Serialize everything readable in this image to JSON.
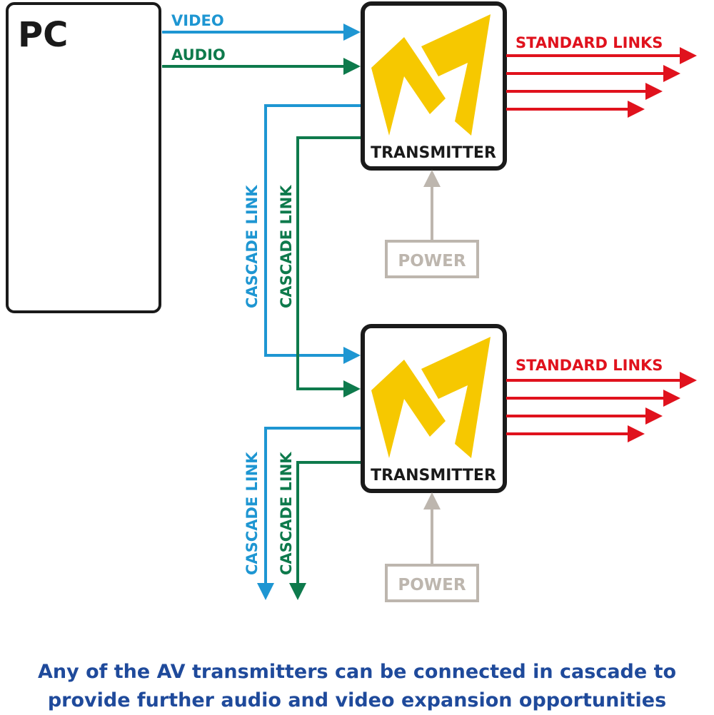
{
  "pc_label": "PC",
  "video_label": "VIDEO",
  "audio_label": "AUDIO",
  "cascade_label": "CASCADE LINK",
  "transmitter_label": "TRANSMITTER",
  "standard_links_label": "STANDARD LINKS",
  "power_label": "POWER",
  "caption": {
    "line1": "Any of the AV transmitters can be connected in cascade to",
    "line2": "provide further audio and video expansion opportunities"
  },
  "colors": {
    "video": "#1e96d2",
    "audio": "#0e7a4c",
    "standard": "#e0121d",
    "power": "#bdb6ae",
    "logo": "#f6c800",
    "caption": "#1f4a9b"
  }
}
